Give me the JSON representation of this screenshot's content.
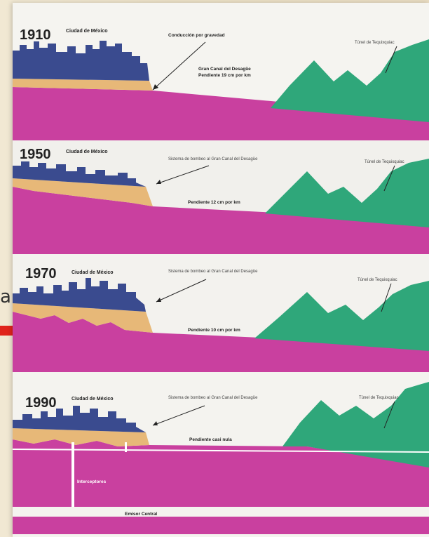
{
  "slide": {
    "text_fragment": "ac"
  },
  "colors": {
    "earth": "#c9409f",
    "city": "#3a4b8f",
    "soil": "#e7b878",
    "mountain": "#2fa77a",
    "pointer_arrow": "#e0241b"
  },
  "icons": {
    "pointer": "right-arrow-icon"
  },
  "panels": [
    {
      "year": "1910",
      "city": "Ciudad de México",
      "callout": "Conducción por gravedad",
      "slope_line1": "Gran Canal del Desagüe",
      "slope_line2": "Pendiente 19 cm por km",
      "tunnel": "Túnel de Tequixquiac"
    },
    {
      "year": "1950",
      "city": "Ciudad de México",
      "callout": "Sistema de bombeo al Gran Canal del Desagüe",
      "slope": "Pendiente 12 cm por km",
      "tunnel": "Túnel de Tequixquiac"
    },
    {
      "year": "1970",
      "city": "Ciudad de México",
      "callout": "Sistema de bombeo al Gran Canal del Desagüe",
      "slope": "Pendiente 10 cm por km",
      "tunnel": "Túnel de Tequixquiac"
    },
    {
      "year": "1990",
      "city": "Ciudad de México",
      "callout": "Sistema de bombeo al Gran Canal del Desagüe",
      "slope": "Pendiente casi nula",
      "tunnel": "Túnel de Tequixquiac",
      "interceptor": "Interceptores",
      "emisor": "Emisor Central"
    }
  ]
}
